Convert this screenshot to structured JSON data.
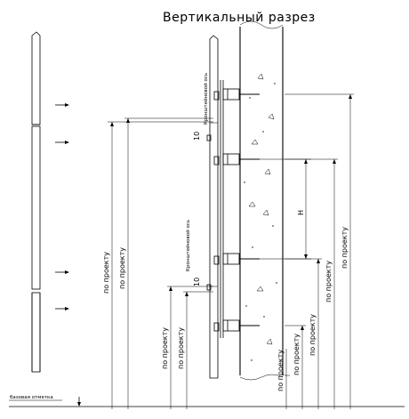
{
  "title": "Вертикальный  разрез",
  "labels": {
    "by_project": "по проекту",
    "h": "H",
    "ten": "10",
    "bracket_axis": "Кронштейновой ось",
    "base_mark": "базовая отметка"
  }
}
